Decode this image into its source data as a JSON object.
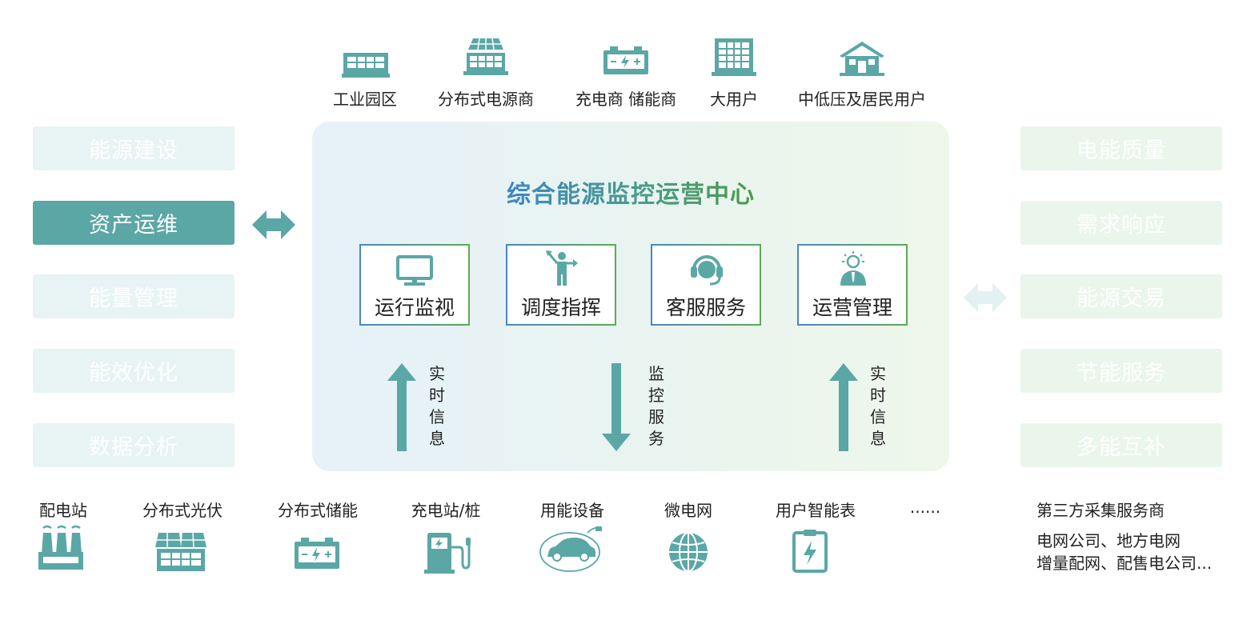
{
  "top_stakeholders": [
    {
      "label": "工业园区",
      "icon": "factory-building-icon"
    },
    {
      "label": "分布式电源商",
      "icon": "solar-building-icon"
    },
    {
      "label": "充电商 储能商",
      "icon": "battery-icon"
    },
    {
      "label": "大用户",
      "icon": "office-building-icon"
    },
    {
      "label": "中低压及居民用户",
      "icon": "house-icon"
    }
  ],
  "left_services": [
    {
      "label": "能源建设",
      "active": false
    },
    {
      "label": "资产运维",
      "active": true
    },
    {
      "label": "能量管理",
      "active": false
    },
    {
      "label": "能效优化",
      "active": false
    },
    {
      "label": "数据分析",
      "active": false
    }
  ],
  "right_services": [
    {
      "label": "电能质量"
    },
    {
      "label": "需求响应"
    },
    {
      "label": "能源交易"
    },
    {
      "label": "节能服务"
    },
    {
      "label": "多能互补"
    }
  ],
  "center": {
    "title": "综合能源监控运营中心",
    "functions": [
      {
        "label": "运行监视",
        "icon": "monitor-icon"
      },
      {
        "label": "调度指挥",
        "icon": "dispatcher-icon"
      },
      {
        "label": "客服服务",
        "icon": "headset-icon"
      },
      {
        "label": "运营管理",
        "icon": "manager-icon"
      }
    ],
    "flows": [
      {
        "label": "实时信息",
        "chars": [
          "实",
          "时",
          "信",
          "息"
        ],
        "direction": "up"
      },
      {
        "label": "监控服务",
        "chars": [
          "监",
          "控",
          "服",
          "务"
        ],
        "direction": "down"
      },
      {
        "label": "实时信息",
        "chars": [
          "实",
          "时",
          "信",
          "息"
        ],
        "direction": "up"
      }
    ]
  },
  "bottom_devices": [
    {
      "label": "配电站",
      "icon": "power-station-icon"
    },
    {
      "label": "分布式光伏",
      "icon": "solar-panel-icon"
    },
    {
      "label": "分布式储能",
      "icon": "battery-icon"
    },
    {
      "label": "充电站/桩",
      "icon": "charging-pile-icon"
    },
    {
      "label": "用能设备",
      "icon": "electric-car-icon"
    },
    {
      "label": "微电网",
      "icon": "globe-icon"
    },
    {
      "label": "用户智能表",
      "icon": "smart-meter-icon"
    },
    {
      "label": "......",
      "icon": ""
    }
  ],
  "third_party": {
    "title": "第三方采集服务商",
    "line1": "电网公司、地方电网",
    "line2": "增量配网、配售电公司..."
  },
  "colors": {
    "teal": "#5aa7a6",
    "teal_light": "#e8f4f3",
    "green_light": "#eaf6ec",
    "title_blue": "#3d86c4",
    "title_green": "#4e9a4a"
  }
}
